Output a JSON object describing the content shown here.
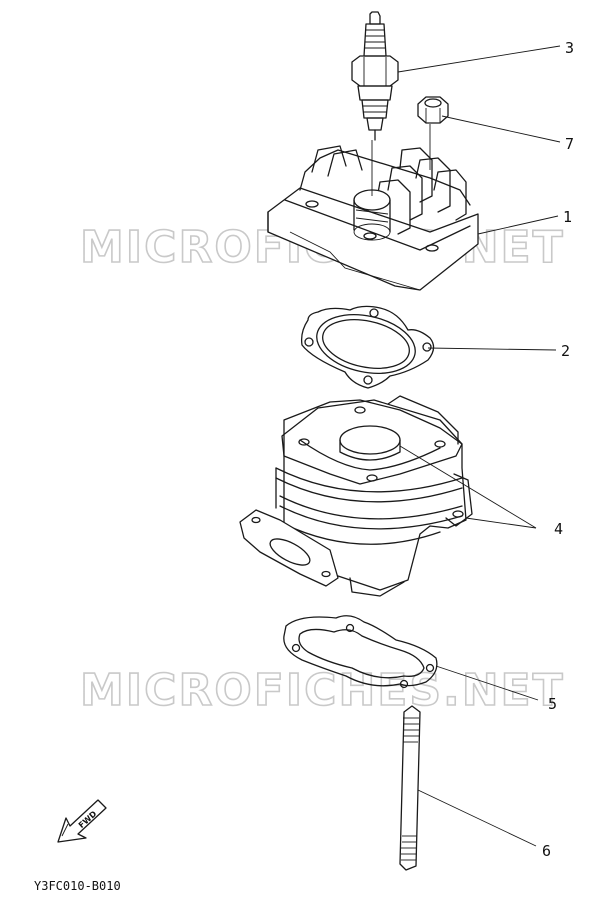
{
  "watermark_text": "MICROFICHES.NET",
  "callouts": [
    {
      "id": "3",
      "label": "3"
    },
    {
      "id": "7",
      "label": "7"
    },
    {
      "id": "1",
      "label": "1"
    },
    {
      "id": "2",
      "label": "2"
    },
    {
      "id": "4",
      "label": "4"
    },
    {
      "id": "5",
      "label": "5"
    },
    {
      "id": "6",
      "label": "6"
    }
  ],
  "fwd_label": "FWD",
  "drawing_code": "Y3FC010-B010"
}
